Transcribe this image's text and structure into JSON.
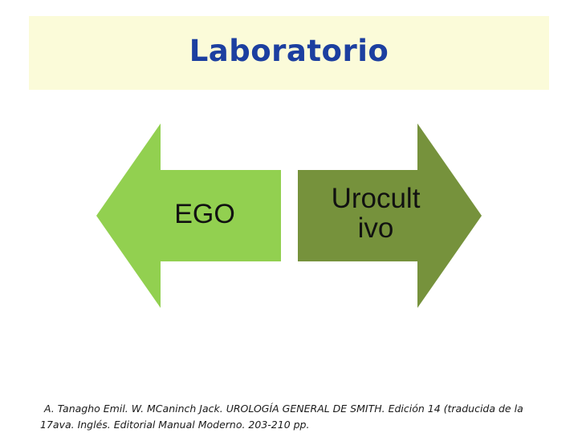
{
  "slide": {
    "title": "Laboratorio",
    "citation": "A. Tanagho Emil. W. MCaninch Jack. UROLOGÍA GENERAL DE SMITH. Edición 14 (traducida de la 17ava. Inglés. Editorial Manual Moderno. 203-210 pp."
  },
  "arrows": {
    "left_label": "EGO",
    "right_label_line1": "Urocult",
    "right_label_line2": "ivo"
  },
  "colors": {
    "title_band": "#fbfbd9",
    "title_text": "#1c3fa0",
    "left_arrow": "#92d050",
    "right_arrow": "#76923c"
  }
}
